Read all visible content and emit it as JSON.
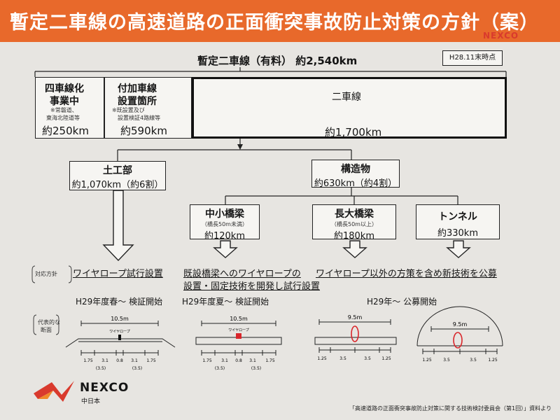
{
  "header": {
    "title": "暫定二車線の高速道路の正面衝突事故防止対策の方針（案）",
    "corner_logo": "NEXCO"
  },
  "summary": {
    "total_label": "暫定二車線（有料） 約2,540km",
    "date_badge": "H28.11末時点"
  },
  "segments": {
    "four_lane": {
      "line1": "四車線化",
      "line2": "事業中",
      "note1": "※常磐道、",
      "note2": "東海北陸道等",
      "km": "約250km"
    },
    "added_lane": {
      "line1": "付加車線",
      "line2": "設置箇所",
      "note1": "※既設置及び",
      "note2": "設置検証4路線等",
      "km": "約590km"
    },
    "two_lane": {
      "label": "二車線",
      "km": "約1,700km"
    }
  },
  "branches": {
    "earthwork": {
      "label": "土工部",
      "km": "約1,070km（約6割）"
    },
    "structures": {
      "label": "構造物",
      "km": "約630km（約4割）"
    },
    "small_bridge": {
      "label": "中小橋梁",
      "note": "（橋長50m未満）",
      "km": "約120km"
    },
    "long_bridge": {
      "label": "長大橋梁",
      "note": "（橋長50m以上）",
      "km": "約180km"
    },
    "tunnel": {
      "label": "トンネル",
      "km": "約330km"
    }
  },
  "measures": {
    "side_label": "対応方針",
    "earthwork": "ワイヤロープ試行設置",
    "bridge_line1": "既設橋梁へのワイヤロープの",
    "bridge_line2": "設置・固定技術を開発し試行設置",
    "others": "ワイヤロープ以外の方策を含め新技術を公募"
  },
  "schedule": {
    "earthwork": "H29年度春～ 検証開始",
    "bridge": "H29年度夏～ 検証開始",
    "others": "H29年～ 公募開始"
  },
  "sections": {
    "side_label_1": "代表的な",
    "side_label_2": "断面",
    "earthwork": {
      "width": "10.5m",
      "wire": "ワイヤロープ",
      "dims": [
        "1.75",
        "3.1",
        "0.8",
        "3.1",
        "1.75"
      ],
      "sub": [
        "(3.5)",
        "(3.5)"
      ]
    },
    "bridge": {
      "width": "10.5m",
      "wire": "ワイヤロープ",
      "dims": [
        "1.75",
        "3.1",
        "0.8",
        "3.1",
        "1.75"
      ],
      "sub": [
        "(3.5)",
        "(3.5)"
      ]
    },
    "long_bridge": {
      "width": "9.5m",
      "dims": [
        "1.25",
        "3.5",
        "3.5",
        "1.25"
      ]
    },
    "tunnel": {
      "width": "9.5m",
      "dims": [
        "1.25",
        "3.5",
        "3.5",
        "1.25"
      ]
    }
  },
  "footer": {
    "logo_text": "NEXCO",
    "logo_sub": "中日本",
    "source": "「高速道路の正面衝突事故防止対策に関する技術検討委員会（第1回）」資料より"
  },
  "colors": {
    "header_bar": "#e8692b",
    "marker_red": "#d9262b",
    "logo_red": "#d93a2d"
  }
}
